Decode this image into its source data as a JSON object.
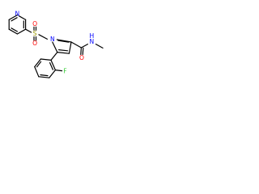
{
  "molecule": {
    "atom_labels": {
      "pyridine_n": "N",
      "sulfonyl_s": "S",
      "sulfonyl_o1": "O",
      "sulfonyl_o2": "O",
      "pyrrole_n": "N",
      "carbonyl_o": "O",
      "amide_n": "N",
      "amide_h": "H",
      "fluorine": "F"
    },
    "colors": {
      "bond": "#000000",
      "nitrogen": "#0000ff",
      "oxygen": "#ff0000",
      "sulfur": "#999900",
      "fluorine": "#33cc33",
      "background": "#ffffff"
    }
  }
}
